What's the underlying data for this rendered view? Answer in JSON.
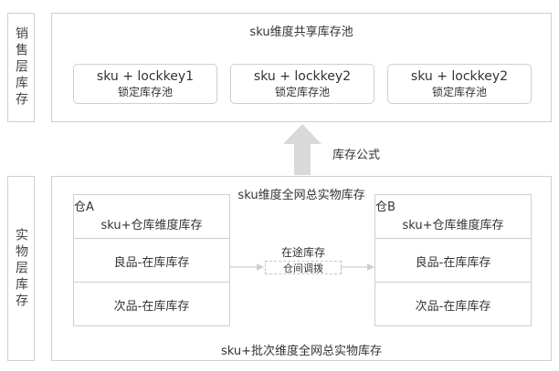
{
  "sales_layer": {
    "side_label": "销售层库存",
    "pool_title": "sku维度共享库存池",
    "lock_pools": [
      {
        "key": "sku + lockkey1",
        "label": "锁定库存池"
      },
      {
        "key": "sku + lockkey2",
        "label": "锁定库存池"
      },
      {
        "key": "sku + lockkey2",
        "label": "锁定库存池"
      }
    ]
  },
  "formula_label": "库存公式",
  "physical_layer": {
    "side_label": "实物层库存",
    "title": "sku维度全网总实物库存",
    "bottom_label": "sku+批次维度全网总实物库存",
    "warehouse_a": {
      "name": "仓A",
      "rows": [
        "sku+仓库维度库存",
        "良品-在库库存",
        "次品-在库库存"
      ]
    },
    "warehouse_b": {
      "name": "仓B",
      "rows": [
        "sku+仓库维度库存",
        "良品-在库库存",
        "次品-在库库存"
      ]
    },
    "transfer": {
      "in_transit": "在途库存",
      "allocation": "仓间调拨"
    }
  },
  "colors": {
    "border": "#cfcfcf",
    "arrow": "#d9d9d9",
    "text": "#333333"
  }
}
